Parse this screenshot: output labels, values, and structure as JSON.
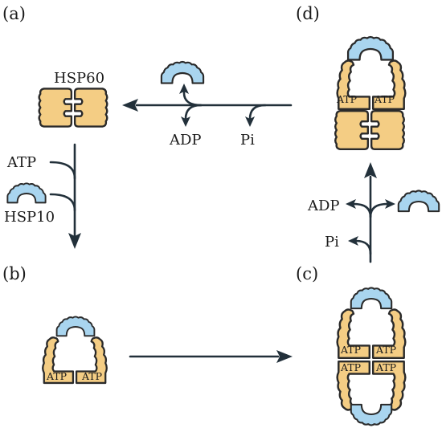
{
  "colors": {
    "hsp60_fill": "#f4cd84",
    "hsp10_fill": "#a9d5ef",
    "outline": "#2a2a2a",
    "arrow": "#22303a"
  },
  "panels": {
    "a": "(a)",
    "b": "(b)",
    "c": "(c)",
    "d": "(d)"
  },
  "labels": {
    "hsp60": "HSP60",
    "hsp10": "HSP10",
    "atp": "ATP",
    "adp": "ADP",
    "pi": "Pi"
  },
  "icons": [
    "hsp60-ring-icon",
    "hsp10-cap-icon",
    "arrow-icon"
  ]
}
